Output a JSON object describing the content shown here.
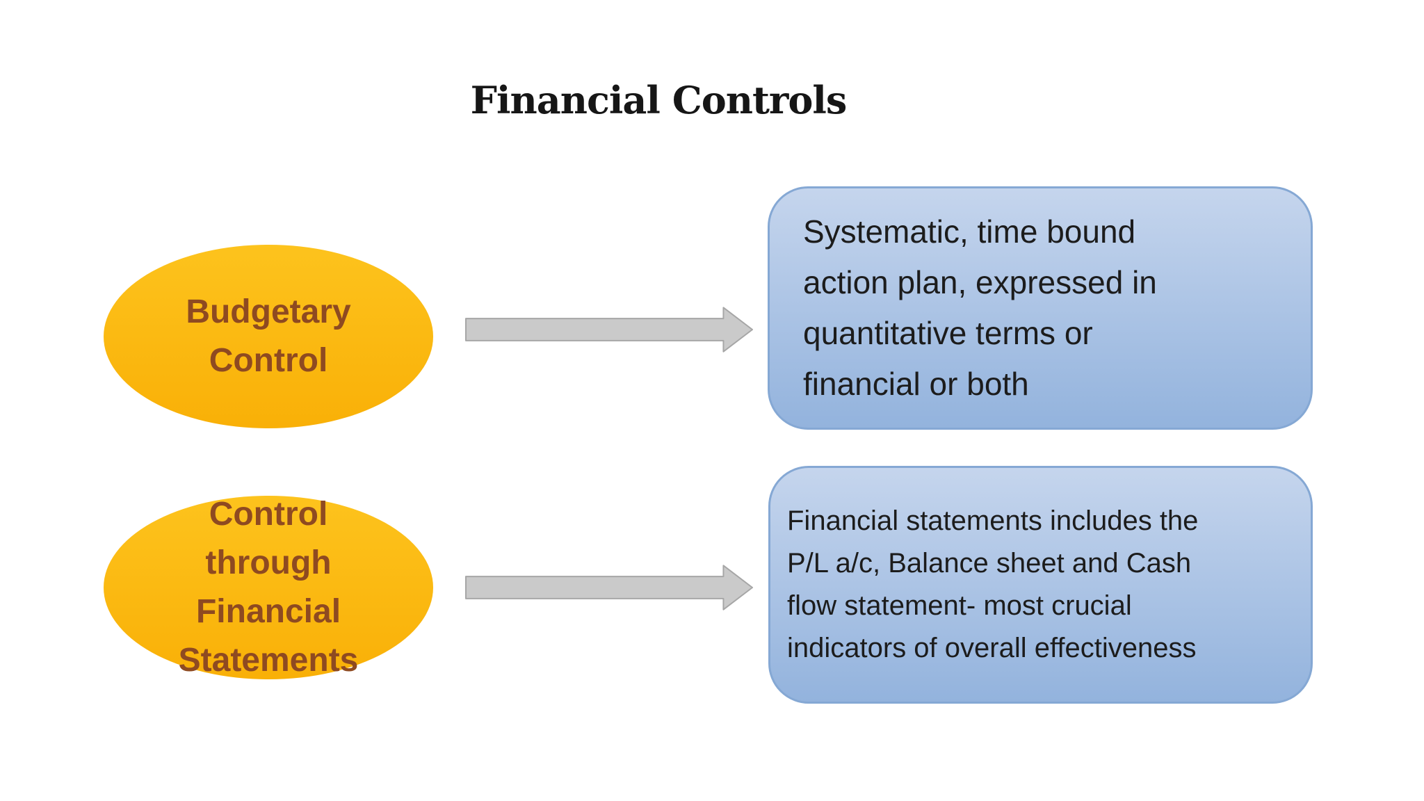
{
  "title": "Financial Controls",
  "ellipses": [
    {
      "label": "Budgetary Control",
      "lines": [
        "Budgetary",
        "Control"
      ]
    },
    {
      "label": "Control through Financial Statements",
      "lines": [
        "Control",
        "through",
        "Financial",
        "Statements"
      ]
    }
  ],
  "boxes": [
    {
      "text": "Systematic, time bound action plan, expressed in quantitative terms or financial or both",
      "lines": [
        "Systematic, time bound",
        "action plan, expressed in",
        "quantitative terms or",
        "financial or both"
      ]
    },
    {
      "text": "Financial statements includes the P/L a/c, Balance sheet and Cash flow statement- most crucial indicators of overall effectiveness",
      "lines": [
        "Financial statements includes the",
        "P/L a/c, Balance sheet and Cash",
        "flow statement- most crucial",
        "indicators of overall effectiveness"
      ]
    }
  ],
  "colors": {
    "background": "#ffffff",
    "title-color": "#161616",
    "ellipse-fill-top": "#fdc31d",
    "ellipse-fill-bottom": "#f9b007",
    "ellipse-text-color": "#8e4a21",
    "box-fill-top": "#c5d5ed",
    "box-fill-bottom": "#93b3dd",
    "box-border": "#85a8d4",
    "box-text-color": "#1c1c1c",
    "arrow-fill": "#cacaca",
    "arrow-stroke": "#a6a6a6"
  }
}
